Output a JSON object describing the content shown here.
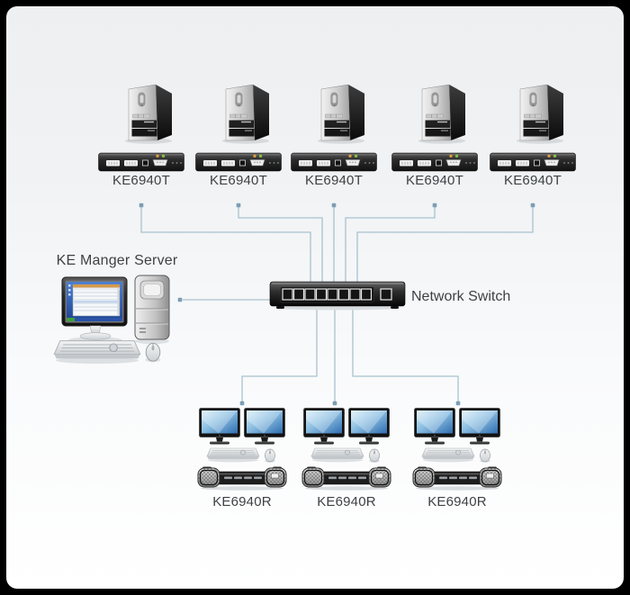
{
  "diagram": {
    "type": "network-topology",
    "description": "KVM over IP matrix system diagram"
  },
  "transmitters": [
    {
      "label": "KE6940T"
    },
    {
      "label": "KE6940T"
    },
    {
      "label": "KE6940T"
    },
    {
      "label": "KE6940T"
    },
    {
      "label": "KE6940T"
    }
  ],
  "receivers": [
    {
      "label": "KE6940R"
    },
    {
      "label": "KE6940R"
    },
    {
      "label": "KE6940R"
    }
  ],
  "server": {
    "label": "KE Manger Server"
  },
  "network_switch": {
    "label": "Network Switch",
    "port_count": 8,
    "extra_port_count": 1
  },
  "colors": {
    "frame": "#000000",
    "background_top": "#edeff1",
    "background_bottom": "#ffffff",
    "wire": "#a9c2ce",
    "node_dot": "#7c9eb4",
    "label_text": "#3e4245",
    "led_amber": "#df9c3c",
    "led_green": "#84c341",
    "monitor_screen_blue": "#2f6db0",
    "server_screen_blue": "#2a53a8"
  }
}
